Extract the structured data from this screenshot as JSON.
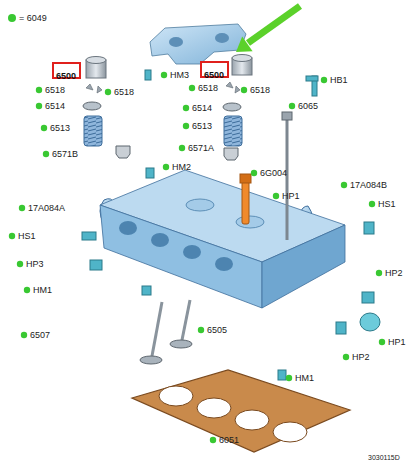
{
  "diagram": {
    "nodes": [
      {
        "text": [
          "6500"
        ]
      },
      {
        "text": [
          "6500"
        ]
      }
    ],
    "labels": [
      "HM3",
      "6518",
      "6518",
      "6514",
      "6513",
      "6571B",
      "6518",
      "6518",
      "6514",
      "6513",
      "6571A",
      "6065",
      "HB1",
      "6G004",
      "HP1",
      "HM2",
      "17A084A",
      "17A084B",
      "HS1",
      "HS1",
      "HP3",
      "HP2",
      "HM1",
      "HP2",
      "HP1",
      "6507",
      "6505",
      "HM1",
      "6051",
      "3030115D"
    ],
    "legend": [
      {
        "text": "= 6049",
        "color": "#39c832"
      }
    ]
  }
}
